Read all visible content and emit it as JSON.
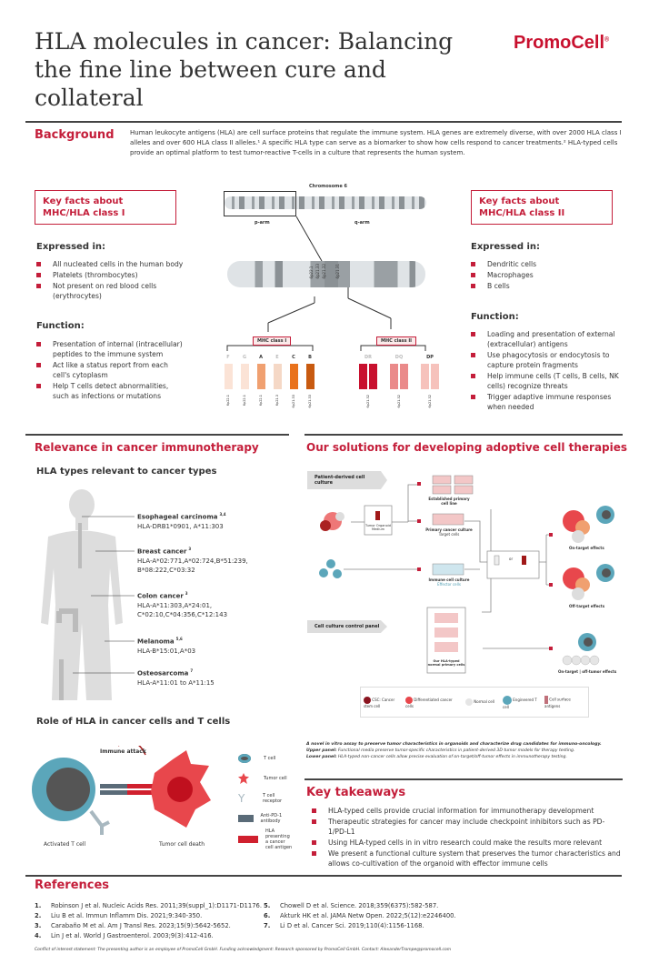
{
  "header": {
    "title": "HLA molecules in cancer: Balancing the fine line between cure and collateral",
    "logo": "PromoCell",
    "logo_mark": "®"
  },
  "background": {
    "heading": "Background",
    "text": "Human leukocyte antigens (HLA) are cell surface proteins that regulate the immune system. HLA genes are extremely diverse, with over 2000 HLA class I alleles and over 600 HLA class II alleles.¹ A specific HLA type can serve as a biomarker to show how cells respond to cancer treatments.² HLA-typed cells provide an optimal platform to test tumor-reactive T-cells in a culture that represents the human system."
  },
  "class1": {
    "title": "Key facts about MHC/HLA class I",
    "expressed_heading": "Expressed in:",
    "expressed": [
      "All nucleated cells in the human body",
      "Platelets (thrombocytes)",
      "Not present on red blood cells (erythrocytes)"
    ],
    "function_heading": "Function:",
    "function": [
      "Presentation of internal (intracellular) peptides to the immune system",
      "Act like a status report from each cell's cytoplasm",
      "Help T cells detect abnormalities, such as infections or mutations"
    ]
  },
  "class2": {
    "title": "Key facts about MHC/HLA class II",
    "expressed_heading": "Expressed in:",
    "expressed": [
      "Dendritic cells",
      "Macrophages",
      "B cells"
    ],
    "function_heading": "Function:",
    "function": [
      "Loading and presentation of external (extracellular) antigens",
      "Use phagocytosis or endocytosis to capture protein fragments",
      "Help immune cells (T cells, B cells, NK cells) recognize threats",
      "Trigger adaptive immune responses when needed"
    ]
  },
  "chromosome": {
    "title": "Chromosome 6",
    "p_arm": "p-arm",
    "q_arm": "q-arm",
    "bands": [
      "6p22.1",
      "6p21.33",
      "6p21.32",
      "6p21.31"
    ],
    "mhc1_label": "MHC class I",
    "mhc2_label": "MHC class II",
    "genes1": [
      {
        "name": "F",
        "color": "#fbe3d6",
        "loc": "6p22.1"
      },
      {
        "name": "G",
        "color": "#fbe3d6",
        "loc": "6p22.1"
      },
      {
        "name": "A",
        "color": "#f0a070",
        "loc": "6p22.1"
      },
      {
        "name": "E",
        "color": "#f5d8c6",
        "loc": "6p21.3"
      },
      {
        "name": "C",
        "color": "#e9721c",
        "loc": "6p21.33"
      },
      {
        "name": "B",
        "color": "#c85a10",
        "loc": "6p21.33"
      }
    ],
    "genes2": [
      {
        "name": "DR",
        "color": "#c8102e",
        "loc": "6p21.32"
      },
      {
        "name": "DQ",
        "color": "#ea8a8a",
        "loc": "6p21.32"
      },
      {
        "name": "DP",
        "color": "#f6c2bc",
        "loc": "6p21.32"
      }
    ]
  },
  "relevance": {
    "heading": "Relevance in cancer immunotherapy",
    "subheading": "HLA types relevant to cancer types",
    "cancers": [
      {
        "name": "Esophageal carcinoma",
        "ref": "3,4",
        "hla": "HLA-DRB1*0901, A*11:303"
      },
      {
        "name": "Breast cancer",
        "ref": "3",
        "hla": "HLA-A*02:771,A*02:724,B*51:239, B*08:222,C*03:32"
      },
      {
        "name": "Colon cancer",
        "ref": "3",
        "hla": "HLA-A*11:303,A*24:01, C*02:10,C*04:356,C*12:143"
      },
      {
        "name": "Melanoma",
        "ref": "5,6",
        "hla": "HLA-B*15:01,A*03"
      },
      {
        "name": "Osteosarcoma",
        "ref": "7",
        "hla": "HLA-A*11:01 to A*11:15"
      }
    ],
    "role_heading": "Role of HLA in cancer cells and T cells",
    "immune_attack": "Immune attack",
    "activated": "Activated T cell",
    "death": "Tumor cell death",
    "legend": [
      "T cell",
      "Tumor cell",
      "T cell receptor",
      "Anti-PD-1 antibody",
      "HLA presenting a cancer cell antigen"
    ]
  },
  "solutions": {
    "heading": "Our solutions for developing adoptive cell therapies",
    "panel_upper": "Patient-derived cell culture",
    "panel_lower": "Cell culture control panel",
    "established": "Established primary cell line",
    "primary": "Primary cancer culture",
    "target": "Target cells",
    "immune": "Immune cell culture",
    "effector": "Effector cells",
    "medium": "Tumor Organoid Medium",
    "or": "or",
    "on_target": "On-target effects",
    "off_target": "Off-target effects",
    "off_tumor": "On-target | off-tumor effects",
    "normal": "Our HLA-typed normal primary cells",
    "legend": [
      "CSC: Cancer stem cell",
      "Differentiated cancer cells",
      "Normal cell",
      "Engineered T cell",
      "Cell surface antigens"
    ],
    "caption_title": "A novel in vitro assay to preserve tumor characteristics in organoids and characterize drug candidates for immuno-oncology.",
    "caption_upper_label": "Upper panel:",
    "caption_upper": " Functional media preserve tumor-specific characteristics in patient-derived 3D tumor models for therapy testing.",
    "caption_lower_label": "Lower panel:",
    "caption_lower": " HLA-typed non-cancer cells allow precise evaluation of on-target/off-tumor effects in immunotherapy testing."
  },
  "takeaways": {
    "heading": "Key takeaways",
    "items": [
      "HLA-typed cells provide crucial information for immunotherapy development",
      "Therapeutic strategies for cancer may include checkpoint inhibitors such as PD-1/PD-L1",
      "Using HLA-typed cells in in vitro research could make the results more relevant",
      "We present a functional culture system that preserves the tumor characteristics and allows co-cultivation of the organoid with effector immune cells"
    ]
  },
  "references": {
    "heading": "References",
    "items": [
      {
        "n": "1.",
        "t": "Robinson J et al. Nucleic Acids Res. 2011;39(suppl_1):D1171-D1176."
      },
      {
        "n": "2.",
        "t": "Liu B et al. Immun Inflamm Dis. 2021;9:340-350."
      },
      {
        "n": "3.",
        "t": "Carabaño M et al. Am J Transl Res. 2023;15(9):5642-5652."
      },
      {
        "n": "4.",
        "t": "Lin J et al. World J Gastroenterol. 2003;9(3):412-416."
      },
      {
        "n": "5.",
        "t": "Chowell D et al. Science. 2018;359(6375):582-587."
      },
      {
        "n": "6.",
        "t": "Akturk HK et al. JAMA Netw Open. 2022;5(12):e2246400."
      },
      {
        "n": "7.",
        "t": "Li D et al. Cancer Sci. 2019;110(4):1156-1168."
      }
    ]
  },
  "footer": "Conflict of interest statement: The presenting author is an employee of PromoCell GmbH. Funding acknowledgment: Research sponsored by PromoCell GmbH. Contact: AlexanderTrompe@promocell.com",
  "colors": {
    "accent": "#c41e3a",
    "tcell": "#4b9bb0",
    "tumor": "#e8474c"
  }
}
